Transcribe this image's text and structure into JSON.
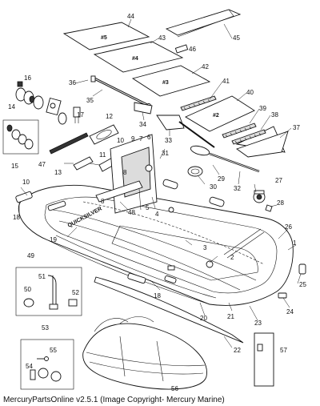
{
  "callouts": {
    "n1": "1",
    "n2": "2",
    "n3": "3",
    "n4": "4",
    "n5": "5",
    "n6": "6",
    "n7": "7",
    "n8a": "8",
    "n8b": "8",
    "n9": "9",
    "n10a": "10",
    "n10b": "10",
    "n11": "11",
    "n12": "12",
    "n13": "13",
    "n14": "14",
    "n15": "15",
    "n16": "16",
    "n17": "17",
    "n18a": "18",
    "n18b": "18",
    "n19": "19",
    "n20": "20",
    "n21": "21",
    "n22": "22",
    "n23": "23",
    "n24": "24",
    "n25": "25",
    "n26": "26",
    "n27": "27",
    "n28": "28",
    "n29": "29",
    "n30": "30",
    "n31": "31",
    "n32": "32",
    "n33": "33",
    "n34": "34",
    "n35": "35",
    "n36": "36",
    "n37": "37",
    "n38": "38",
    "n39": "39",
    "n40": "40",
    "n41": "41",
    "n42": "42",
    "n43": "43",
    "n44": "44",
    "n45": "45",
    "n46": "46",
    "n47": "47",
    "n48": "48",
    "n49": "49",
    "n50": "50",
    "n51": "51",
    "n52": "52",
    "n53": "53",
    "n54": "54",
    "n55": "55",
    "n56": "56",
    "n57": "57"
  },
  "floor_panels": {
    "p5": "#5",
    "p4": "#4",
    "p3": "#3",
    "p2": "#2",
    "p1": "#1"
  },
  "brand_on_hull": "QUICKSILVER",
  "footer": "MercuryPartsOnline v2.5.1 (Image Copyright- Mercury Marine)"
}
